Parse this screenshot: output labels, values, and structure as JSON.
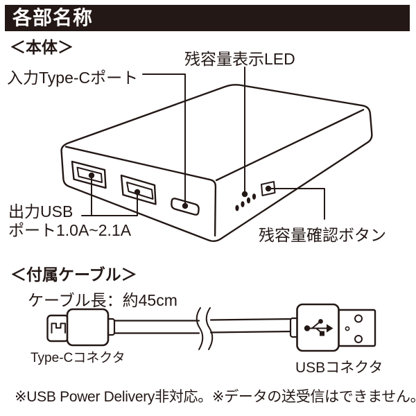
{
  "header": {
    "title": "各部名称"
  },
  "body_section": {
    "heading": "＜本体＞",
    "labels": {
      "input_type_c_port": "入力Type-Cポート",
      "remaining_capacity_led": "残容量表示LED",
      "output_usb_line1": "出力USB",
      "output_usb_line2": "ポート1.0A~2.1A",
      "capacity_check_button": "残容量確認ボタン"
    }
  },
  "cable_section": {
    "heading": "＜付属ケーブル＞",
    "cable_length": "ケーブル長：約45cm",
    "labels": {
      "type_c_connector": "Type-Cコネクタ",
      "usb_connector": "USBコネクタ"
    }
  },
  "footnote": "※USB Power Delivery非対応。※データの送受信はできません。",
  "icons": {
    "usb_trident": "usb-trident-icon",
    "cable_break": "cable-break-mark"
  },
  "colors": {
    "ink": "#231815",
    "paper": "#ffffff"
  }
}
